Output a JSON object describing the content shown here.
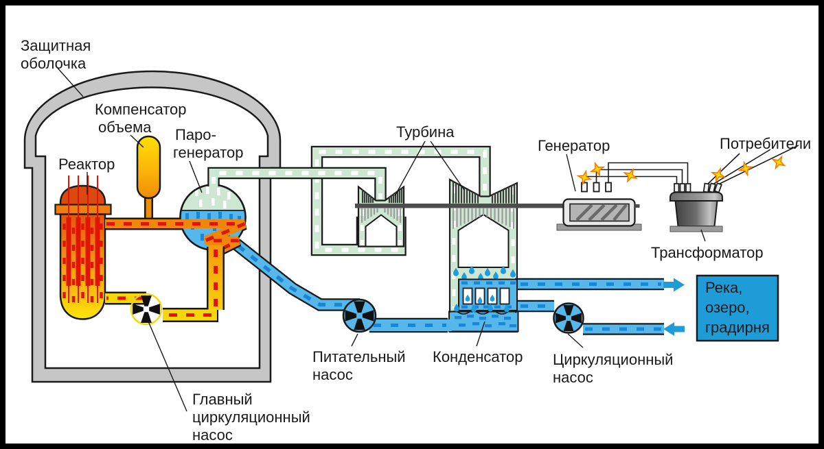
{
  "diagram": {
    "kind": "nuclear-power-plant-schematic",
    "language": "ru"
  },
  "labels": {
    "containment": [
      "Защитная",
      "оболочка"
    ],
    "pressurizer": [
      "Компенсатор",
      "объема"
    ],
    "reactor": "Реактор",
    "steam_generator": [
      "Паро-",
      "генератор"
    ],
    "turbine": "Турбина",
    "generator": "Генератор",
    "consumers": "Потребители",
    "transformer": "Трансформатор",
    "feed_pump": [
      "Питательный",
      "насос"
    ],
    "condenser": "Конденсатор",
    "circulation_pump": [
      "Циркуляционный",
      "насос"
    ],
    "main_circulation_pump": [
      "Главный",
      "циркуляционный",
      "насос"
    ],
    "cooling_sink": [
      "Река,",
      "озеро,",
      "градирня"
    ]
  },
  "colors": {
    "wall": "#c6c6c6",
    "steam": "#cde7d2",
    "water": "#56b8ea",
    "waterdash": "#1b86d6",
    "river": "#1e9cd8",
    "droplet": "#1e9ce0",
    "hot": "#f0860a",
    "cold": "#f8d70a",
    "reddash": "#e01505",
    "shaft": "#4d4d4d",
    "base": "#9c9c9c",
    "genbody": "#e8e8e8",
    "rotor": "#b4b4b4",
    "star": "#ffd700",
    "starstroke": "#f07d00",
    "ink": "#1a1a1a"
  }
}
